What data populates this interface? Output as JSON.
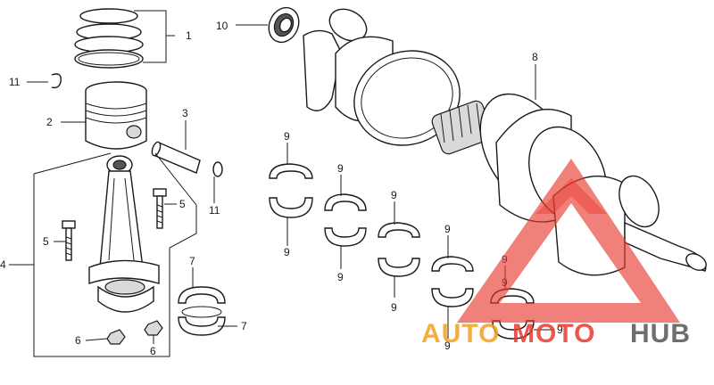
{
  "callouts": {
    "c1": "1",
    "c2": "2",
    "c3": "3",
    "c4": "4",
    "c5a": "5",
    "c5b": "5",
    "c6a": "6",
    "c6b": "6",
    "c7a": "7",
    "c7b": "7",
    "c8": "8",
    "c9": [
      "9",
      "9",
      "9",
      "9",
      "9",
      "9",
      "9",
      "9",
      "9",
      "9",
      "9"
    ],
    "c10": "10",
    "c11a": "11",
    "c11b": "11"
  },
  "watermark": {
    "part1": "AUTO",
    "part2": "MOTO",
    "part3": "HUB",
    "color_red": "#e8392f",
    "color_orange": "#f0a020",
    "color_gray": "#555555"
  }
}
